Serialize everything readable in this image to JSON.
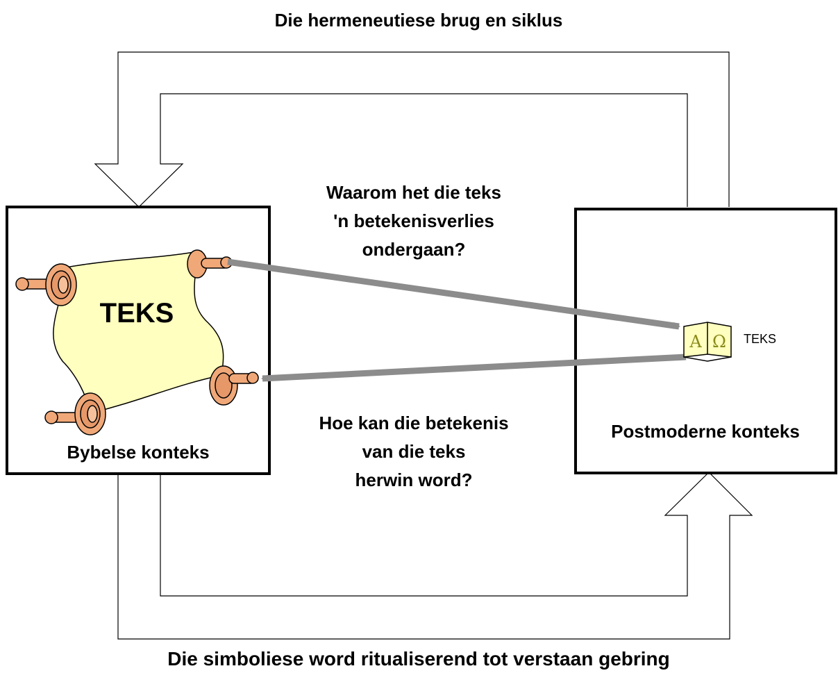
{
  "title": "Die hermeneutiese brug en siklus",
  "footer": "Die simboliese word ritualiserend tot verstaan gebring",
  "left_box": {
    "label": "Bybelse konteks",
    "scroll_text": "TEKS"
  },
  "right_box": {
    "label": "Postmoderne konteks",
    "book_label": "TEKS"
  },
  "question_top": {
    "line1": "Waarom het die teks",
    "line2": "'n betekenisverlies",
    "line3": "ondergaan?"
  },
  "question_bottom": {
    "line1": "Hoe kan die betekenis",
    "line2": "van die teks",
    "line3": "herwin word?"
  },
  "book_glyphs": {
    "alpha": "A",
    "omega": "Ω"
  },
  "colors": {
    "arrow_gray": "#8c8c8c",
    "scroll_paper": "#ffffbf",
    "scroll_roller": "#f0a878",
    "book_glyph": "#8a8a1a"
  }
}
